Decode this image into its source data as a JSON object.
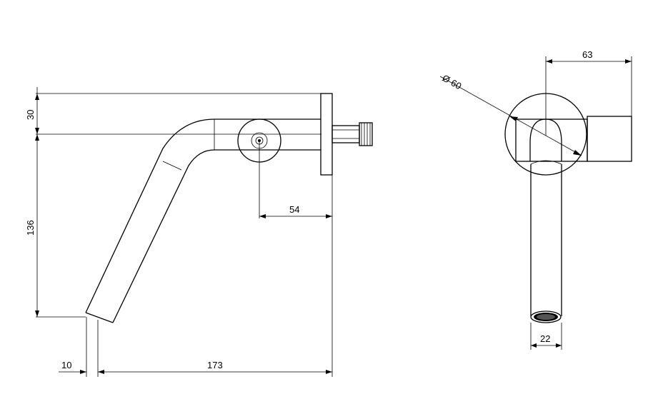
{
  "dimensions": {
    "front_view": {
      "top_offset": "30",
      "height": "136",
      "handle_offset": "54",
      "spout_tip": "10",
      "projection": "173"
    },
    "side_view": {
      "width": "63",
      "rosette_diameter": "Ø 60",
      "outlet_diameter": "22"
    }
  },
  "colors": {
    "line": "#000000",
    "background": "#ffffff"
  }
}
